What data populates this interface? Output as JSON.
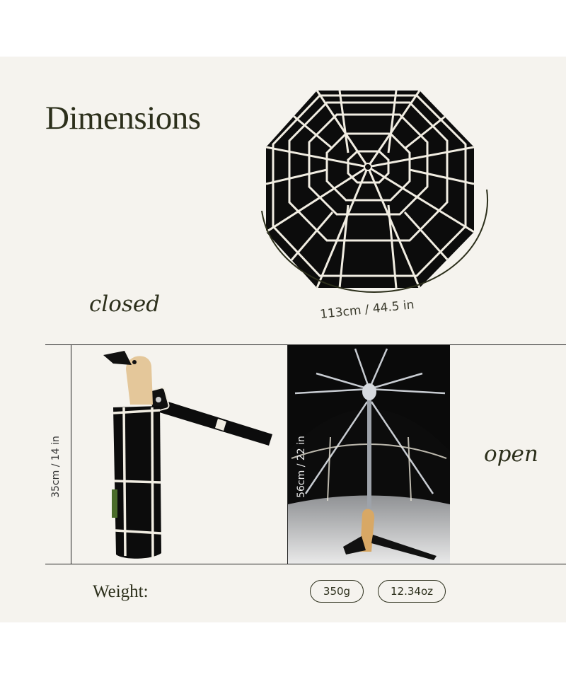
{
  "header": {
    "title": "Dimensions"
  },
  "labels": {
    "closed": "closed",
    "open": "open"
  },
  "dimensions": {
    "diameter": "113cm / 44.5 in",
    "closed_length": "35cm / 14 in",
    "open_height": "56cm / 22 in"
  },
  "weight": {
    "label": "Weight:",
    "grams": "350g",
    "ounces": "12.34oz"
  },
  "colors": {
    "text": "#2c2f1b",
    "background": "#f5f3ee",
    "canopy": "#0c0c0c",
    "grid": "#f1ede2"
  }
}
